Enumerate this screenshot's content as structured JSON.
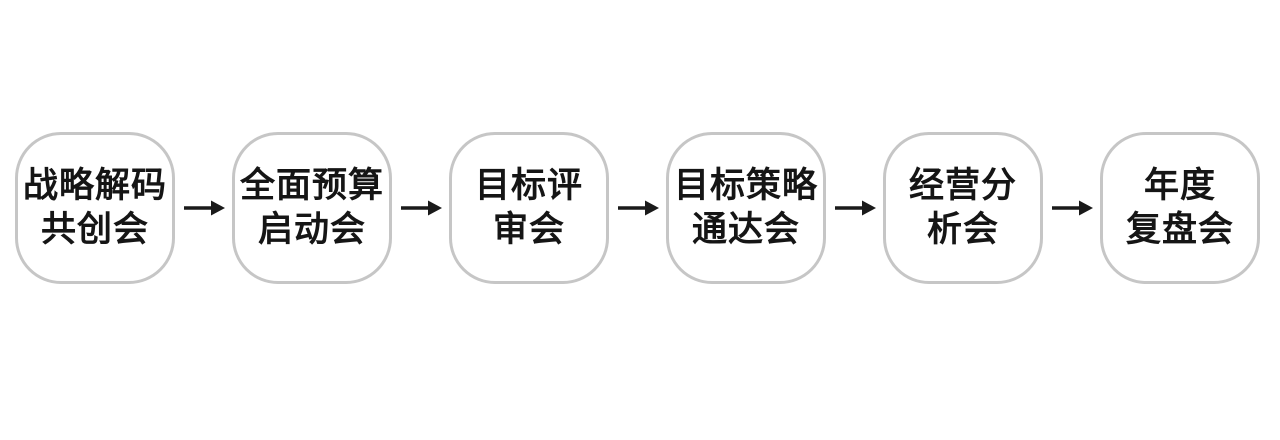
{
  "diagram": {
    "type": "flow",
    "direction": "left-to-right",
    "colors": {
      "background": "#ffffff",
      "node_fill": "#ffffff",
      "node_border": "#c6c6c6",
      "text": "#151515",
      "arrow": "#1a1a1a"
    },
    "connector": {
      "symbol": "→",
      "icon": "arrow-right-icon"
    },
    "nodes": [
      {
        "label": "战略解码共创会",
        "line1": "战略解码",
        "line2": "共创会"
      },
      {
        "label": "全面预算启动会",
        "line1": "全面预算",
        "line2": "启动会"
      },
      {
        "label": "目标评审会",
        "line1": "目标评",
        "line2": "审会"
      },
      {
        "label": "目标策略通达会",
        "line1": "目标策略",
        "line2": "通达会"
      },
      {
        "label": "经营分析会",
        "line1": "经营分",
        "line2": "析会"
      },
      {
        "label": "年度复盘会",
        "line1": "年度",
        "line2": "复盘会"
      }
    ]
  }
}
